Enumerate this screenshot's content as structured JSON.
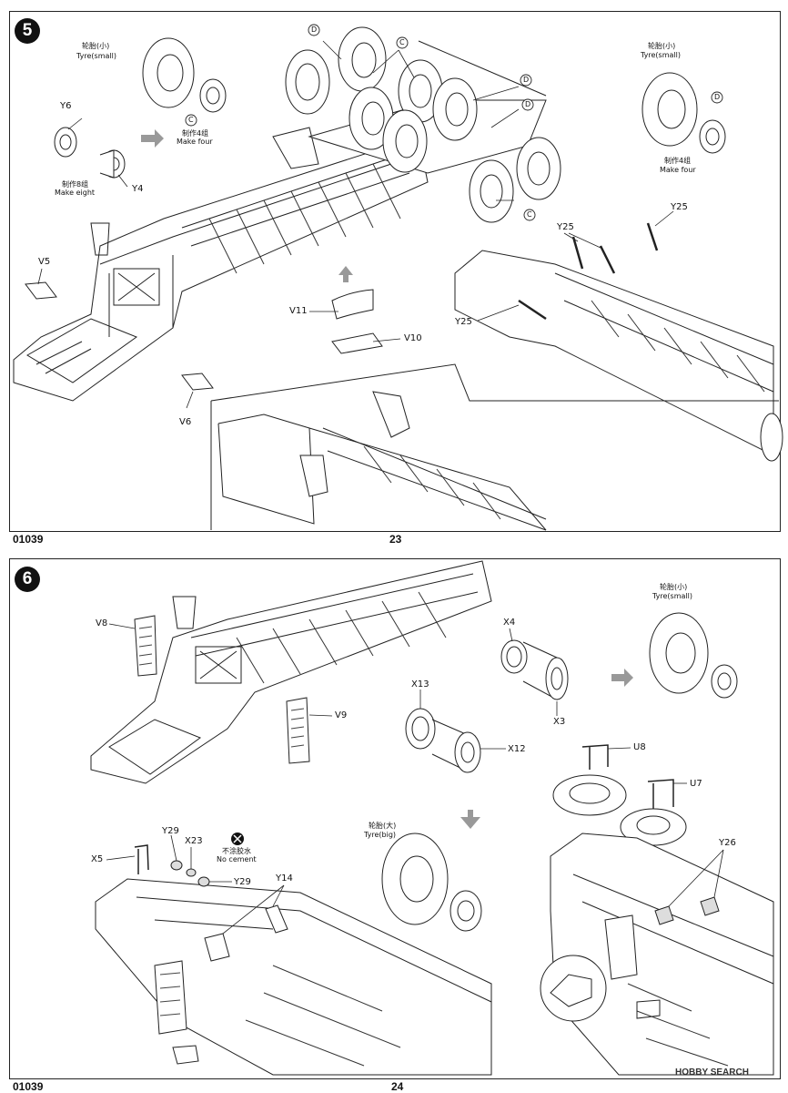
{
  "page_top": {
    "step_number": "5",
    "footer_code": "01039",
    "footer_page": "23",
    "parts": {
      "d_top": "D",
      "c_top": "C",
      "d_right1": "D",
      "d_right2": "D",
      "c_right": "C",
      "y6": "Y6",
      "y4": "Y4",
      "v5": "V5",
      "v6": "V6",
      "v11": "V11",
      "v10": "V10",
      "y25_a": "Y25",
      "y25_b": "Y25",
      "y25_c": "Y25",
      "c_mid": "C",
      "d_far": "D"
    },
    "notes": {
      "tyre_small_cn": "轮胎(小)",
      "tyre_small_en": "Tyre(small)",
      "make_four_cn": "制作4组",
      "make_four_en": "Make four",
      "make_eight_cn": "制作8组",
      "make_eight_en": "Make eight",
      "tyre_small_cn2": "轮胎(小)",
      "tyre_small_en2": "Tyre(small)",
      "make_four_cn2": "制作4组",
      "make_four_en2": "Make four"
    }
  },
  "page_bottom": {
    "step_number": "6",
    "footer_code": "01039",
    "footer_page": "24",
    "parts": {
      "v8": "V8",
      "v9": "V9",
      "x4": "X4",
      "x3": "X3",
      "x13": "X13",
      "x12": "X12",
      "u8": "U8",
      "u7": "U7",
      "y26": "Y26",
      "x5": "X5",
      "y29_a": "Y29",
      "y29_b": "Y29",
      "x23": "X23",
      "y14": "Y14"
    },
    "notes": {
      "tyre_small_cn": "轮胎(小)",
      "tyre_small_en": "Tyre(small)",
      "tyre_big_cn": "轮胎(大)",
      "tyre_big_en": "Tyre(big)",
      "no_cement_cn": "不涂胶水",
      "no_cement_en": "No cement"
    }
  },
  "watermark": "HOBBY SEARCH"
}
